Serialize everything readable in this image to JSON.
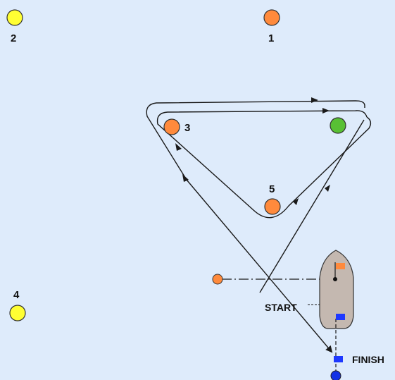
{
  "colors": {
    "background": "#deebfb",
    "yellow_buoy": "#ffff33",
    "orange_buoy": "#ff8a3c",
    "green_buoy": "#58c034",
    "boat_hull": "#c4b8b0",
    "flag_orange": "#ff8a3c",
    "flag_blue": "#1d38ff",
    "finish_buoy": "#1433e6",
    "line": "#1a1a1a"
  },
  "marks": {
    "mark_1": "1",
    "mark_2": "2",
    "mark_3": "3",
    "mark_4": "4",
    "mark_5": "5"
  },
  "labels": {
    "start": "START",
    "finish": "FINISH"
  }
}
